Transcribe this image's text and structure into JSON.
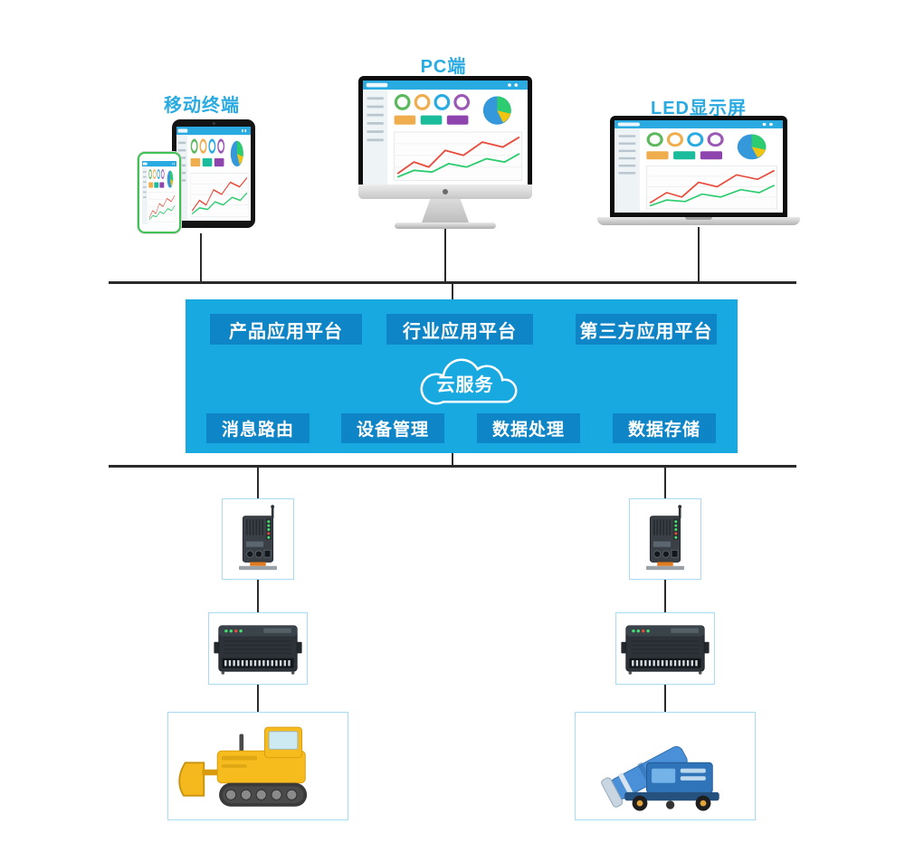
{
  "terminals": {
    "mobile": "移动终端",
    "pc": "PC端",
    "led": "LED显示屏"
  },
  "platform": {
    "top_buttons": [
      "产品应用平台",
      "行业应用平台",
      "第三方应用平台"
    ],
    "cloud_label": "云服务",
    "bottom_buttons": [
      "消息路由",
      "设备管理",
      "数据处理",
      "数据存储"
    ]
  },
  "colors": {
    "accent": "#29ABE2",
    "platform_bg": "#17A9E0",
    "platform_button_bg": "#0D85C6",
    "bus_line": "#2B2B2B",
    "device_box_border": "#A9DCF4"
  },
  "images": {
    "mobile_devices": "phone-and-tablet-dashboard",
    "pc": "imac-dashboard",
    "led": "laptop-dashboard",
    "gateway": "dtu-gateway-device",
    "controller": "plc-controller-device",
    "machine_left": "bulldozer",
    "machine_right": "fog-cannon-machine"
  }
}
